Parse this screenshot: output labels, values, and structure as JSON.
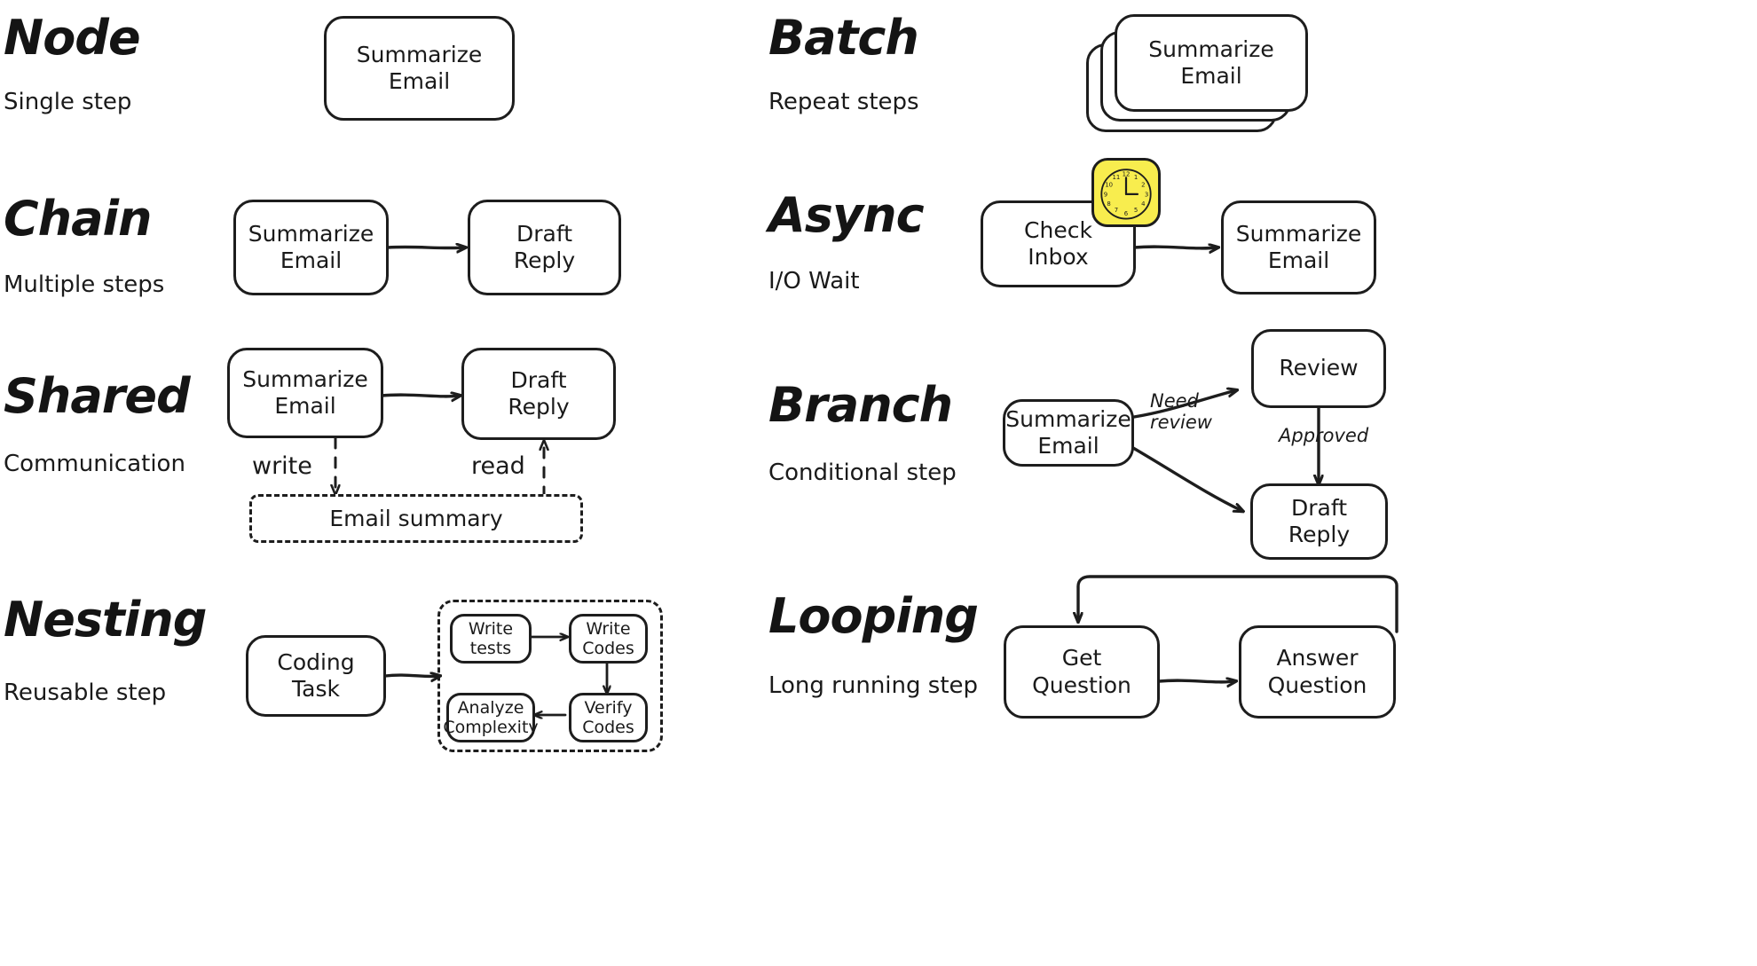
{
  "diagram": {
    "title_style": "hand-drawn",
    "background": "#ffffff",
    "ink": "#1d1d1d",
    "accent": "#F8ED4E"
  },
  "patterns": [
    {
      "id": "node",
      "title": "Node",
      "subtitle": "Single step"
    },
    {
      "id": "batch",
      "title": "Batch",
      "subtitle": "Repeat steps"
    },
    {
      "id": "chain",
      "title": "Chain",
      "subtitle": "Multiple steps"
    },
    {
      "id": "async",
      "title": "Async",
      "subtitle": "I/O Wait"
    },
    {
      "id": "shared",
      "title": "Shared",
      "subtitle": "Communication"
    },
    {
      "id": "branch",
      "title": "Branch",
      "subtitle": "Conditional step"
    },
    {
      "id": "nesting",
      "title": "Nesting",
      "subtitle": "Reusable step"
    },
    {
      "id": "looping",
      "title": "Looping",
      "subtitle": "Long running step"
    }
  ],
  "node_section": {
    "box": "Summarize\nEmail"
  },
  "batch_section": {
    "box": "Summarize\nEmail",
    "stack_count": 3
  },
  "chain_section": {
    "box1": "Summarize\nEmail",
    "box2": "Draft\nReply"
  },
  "async_section": {
    "box1": "Check\nInbox",
    "box2": "Summarize\nEmail",
    "clock_icon": "clock-icon",
    "clock_numbers": [
      "12",
      "1",
      "2",
      "3",
      "4",
      "5",
      "6",
      "7",
      "8",
      "9",
      "10",
      "11"
    ]
  },
  "shared_section": {
    "box1": "Summarize\nEmail",
    "box2": "Draft\nReply",
    "store": "Email summary",
    "write_label": "write",
    "read_label": "read"
  },
  "branch_section": {
    "box_source": "Summarize\nEmail",
    "box_review": "Review",
    "box_draft": "Draft\nReply",
    "label_need_review": "Need\nreview",
    "label_approved": "Approved"
  },
  "nesting_section": {
    "box_outer": "Coding\nTask",
    "inner": {
      "write_tests": "Write\ntests",
      "write_codes": "Write\nCodes",
      "verify_codes": "Verify\nCodes",
      "analyze_complexity": "Analyze\nComplexity"
    }
  },
  "looping_section": {
    "box1": "Get\nQuestion",
    "box2": "Answer\nQuestion"
  }
}
